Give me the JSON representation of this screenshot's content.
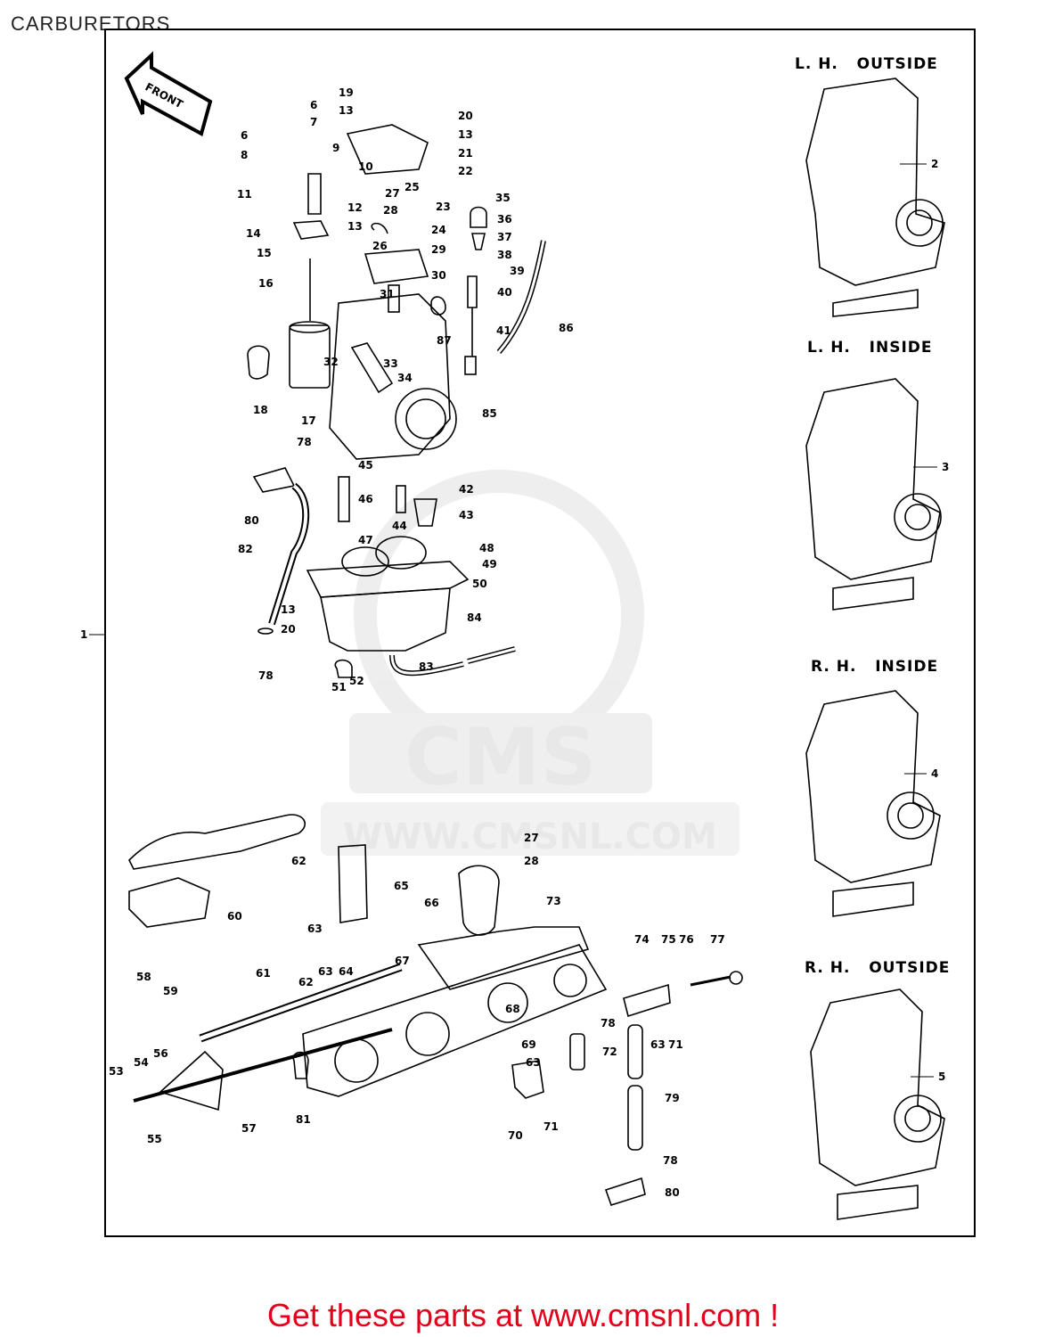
{
  "page": {
    "title": "CARBURETORS",
    "footer": "Get these parts at www.cmsnl.com !"
  },
  "watermark": {
    "brand": "CMS",
    "url": "WWW.CMSNL.COM"
  },
  "diagram": {
    "front_arrow": "FRONT",
    "assembly_ref": "1",
    "views": [
      {
        "title": "L. H.   OUTSIDE",
        "ref": "2"
      },
      {
        "title": "L. H.   INSIDE",
        "ref": "3"
      },
      {
        "title": "R. H.   INSIDE",
        "ref": "4"
      },
      {
        "title": "R. H.   OUTSIDE",
        "ref": "5"
      }
    ],
    "callouts": [
      "6",
      "7",
      "6",
      "8",
      "9",
      "10",
      "11",
      "12",
      "13",
      "14",
      "15",
      "16",
      "17",
      "18",
      "19",
      "13",
      "20",
      "13",
      "21",
      "22",
      "27",
      "25",
      "23",
      "28",
      "24",
      "26",
      "29",
      "30",
      "31",
      "32",
      "33",
      "34",
      "35",
      "36",
      "37",
      "38",
      "39",
      "40",
      "87",
      "41",
      "86",
      "85",
      "78",
      "45",
      "46",
      "42",
      "43",
      "44",
      "80",
      "47",
      "48",
      "49",
      "82",
      "50",
      "13",
      "20",
      "84",
      "78",
      "83",
      "51",
      "52",
      "60",
      "62",
      "63",
      "27",
      "28",
      "65",
      "73",
      "66",
      "67",
      "64",
      "63",
      "62",
      "61",
      "58",
      "59",
      "68",
      "69",
      "74",
      "75",
      "76",
      "77",
      "78",
      "63",
      "71",
      "72",
      "53",
      "54",
      "56",
      "57",
      "55",
      "81",
      "63",
      "70",
      "71",
      "79",
      "78",
      "80"
    ]
  }
}
